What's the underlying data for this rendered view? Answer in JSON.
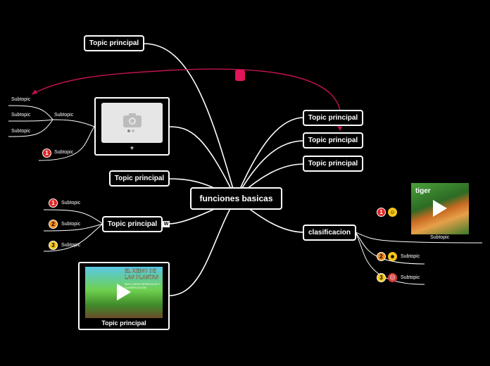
{
  "central": "funciones basicas",
  "topics": {
    "top_left": "Topic principal",
    "mid_left": "Topic principal",
    "left_badges": "Topic principal",
    "video_left": "Topic principal",
    "right_1": "Topic principal",
    "right_2": "Topic principal",
    "right_3": "Topic principal",
    "clasificacion": "clasificacion"
  },
  "image_card": {
    "plus": "+"
  },
  "image_subtopics": {
    "branch_label": "Subtopic",
    "items": [
      "Subtopic",
      "Subtopic",
      "Subtopic"
    ],
    "badge_item": {
      "badge": "1",
      "label": "Subtopic"
    }
  },
  "left_badge_subtopics": [
    {
      "badge": "1",
      "label": "Subtopic"
    },
    {
      "badge": "2",
      "label": "Subtopic"
    },
    {
      "badge": "3",
      "label": "Subtopic"
    }
  ],
  "video_left": {
    "title_line1": "EL REINO DE",
    "title_line2": "LAS PLANTAS",
    "subtitle": "SUS CARACTERÍSTICAS Y CLASIFICACIÓN"
  },
  "clasificacion_subtopics": [
    {
      "badge": "1",
      "emoji": "grinning-face-icon",
      "label": "Subtopic",
      "video_title": "tiger"
    },
    {
      "badge": "2",
      "emoji": "sunglasses-face-icon",
      "label": "Subtopic"
    },
    {
      "badge": "3",
      "emoji": "devil-face-icon",
      "label": "Subtopic"
    }
  ],
  "colors": {
    "background": "#000000",
    "node_border": "#ffffff",
    "relationship": "#c0134f",
    "marker": "#e0155a"
  }
}
